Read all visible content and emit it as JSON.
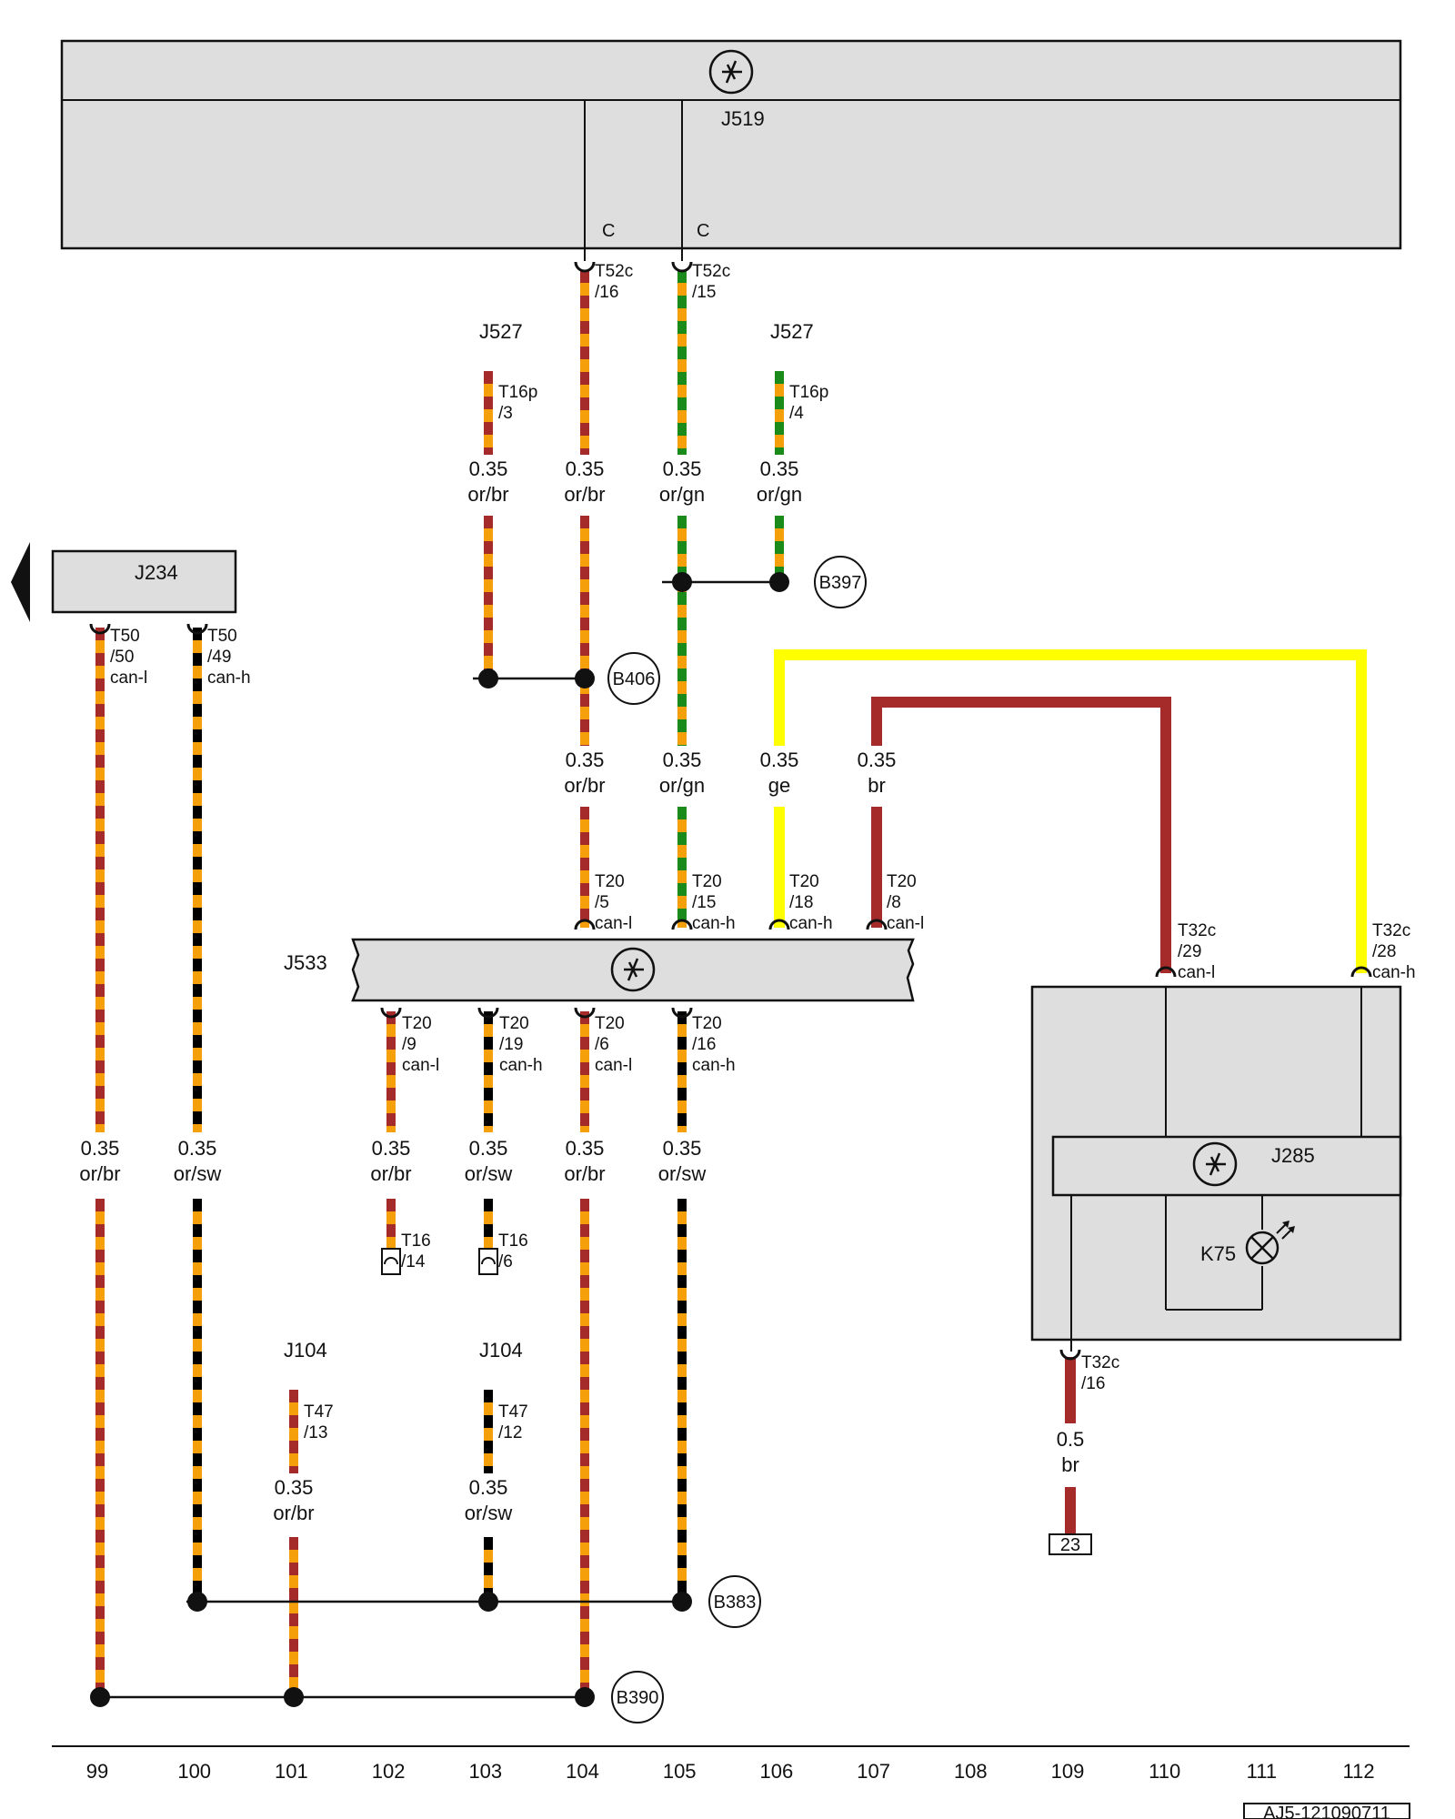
{
  "components": {
    "j519": {
      "label": "J519",
      "pin_letter_1": "C",
      "pin_letter_2": "C"
    },
    "j527_a": {
      "label": "J527"
    },
    "j527_b": {
      "label": "J527"
    },
    "j234": {
      "label": "J234"
    },
    "j533": {
      "label": "J533"
    },
    "j285": {
      "label": "J285"
    },
    "k75": {
      "label": "K75"
    },
    "j104_a": {
      "label": "J104"
    },
    "j104_b": {
      "label": "J104"
    }
  },
  "connectors": {
    "t52c16": {
      "l1": "T52c",
      "l2": "/16"
    },
    "t52c15": {
      "l1": "T52c",
      "l2": "/15"
    },
    "t16p3": {
      "l1": "T16p",
      "l2": "/3"
    },
    "t16p4": {
      "l1": "T16p",
      "l2": "/4"
    },
    "t50_50": {
      "l1": "T50",
      "l2": "/50",
      "l3": "can-l"
    },
    "t50_49": {
      "l1": "T50",
      "l2": "/49",
      "l3": "can-h"
    },
    "t20_5": {
      "l1": "T20",
      "l2": "/5",
      "l3": "can-l"
    },
    "t20_15": {
      "l1": "T20",
      "l2": "/15",
      "l3": "can-h"
    },
    "t20_18": {
      "l1": "T20",
      "l2": "/18",
      "l3": "can-h"
    },
    "t20_8": {
      "l1": "T20",
      "l2": "/8",
      "l3": "can-l"
    },
    "t32c29": {
      "l1": "T32c",
      "l2": "/29",
      "l3": "can-l"
    },
    "t32c28": {
      "l1": "T32c",
      "l2": "/28",
      "l3": "can-h"
    },
    "t20_9": {
      "l1": "T20",
      "l2": "/9",
      "l3": "can-l"
    },
    "t20_19": {
      "l1": "T20",
      "l2": "/19",
      "l3": "can-h"
    },
    "t20_6": {
      "l1": "T20",
      "l2": "/6",
      "l3": "can-l"
    },
    "t20_16": {
      "l1": "T20",
      "l2": "/16",
      "l3": "can-h"
    },
    "t16_14": {
      "l1": "T16",
      "l2": "/14"
    },
    "t16_6": {
      "l1": "T16",
      "l2": "/6"
    },
    "t47_13": {
      "l1": "T47",
      "l2": "/13"
    },
    "t47_12": {
      "l1": "T47",
      "l2": "/12"
    },
    "t32c16": {
      "l1": "T32c",
      "l2": "/16"
    }
  },
  "wires": {
    "w1": {
      "size": "0.35",
      "color": "or/br"
    },
    "w2": {
      "size": "0.35",
      "color": "or/br"
    },
    "w3": {
      "size": "0.35",
      "color": "or/gn"
    },
    "w4": {
      "size": "0.35",
      "color": "or/gn"
    },
    "w5": {
      "size": "0.35",
      "color": "or/br"
    },
    "w6": {
      "size": "0.35",
      "color": "or/gn"
    },
    "w7": {
      "size": "0.35",
      "color": "ge"
    },
    "w8": {
      "size": "0.35",
      "color": "br"
    },
    "w9": {
      "size": "0.35",
      "color": "or/br"
    },
    "w10": {
      "size": "0.35",
      "color": "or/sw"
    },
    "w11": {
      "size": "0.35",
      "color": "or/br"
    },
    "w12": {
      "size": "0.35",
      "color": "or/sw"
    },
    "w13": {
      "size": "0.35",
      "color": "or/br"
    },
    "w14": {
      "size": "0.35",
      "color": "or/sw"
    },
    "w15": {
      "size": "0.35",
      "color": "or/br"
    },
    "w16": {
      "size": "0.35",
      "color": "or/sw"
    },
    "w17": {
      "size": "0.5",
      "color": "br"
    }
  },
  "splices": {
    "b406": "B406",
    "b397": "B397",
    "b383": "B383",
    "b390": "B390"
  },
  "ground_ref": "23",
  "axis": [
    "99",
    "100",
    "101",
    "102",
    "103",
    "104",
    "105",
    "106",
    "107",
    "108",
    "109",
    "110",
    "111",
    "112"
  ],
  "ref_code": "AJ5-121090711",
  "colors": {
    "orange": "#f5a00a",
    "brown": "#a52a2a",
    "green": "#1a8a1a",
    "black": "#000000",
    "yellow": "#ffff00",
    "box_fill": "#dedede"
  }
}
